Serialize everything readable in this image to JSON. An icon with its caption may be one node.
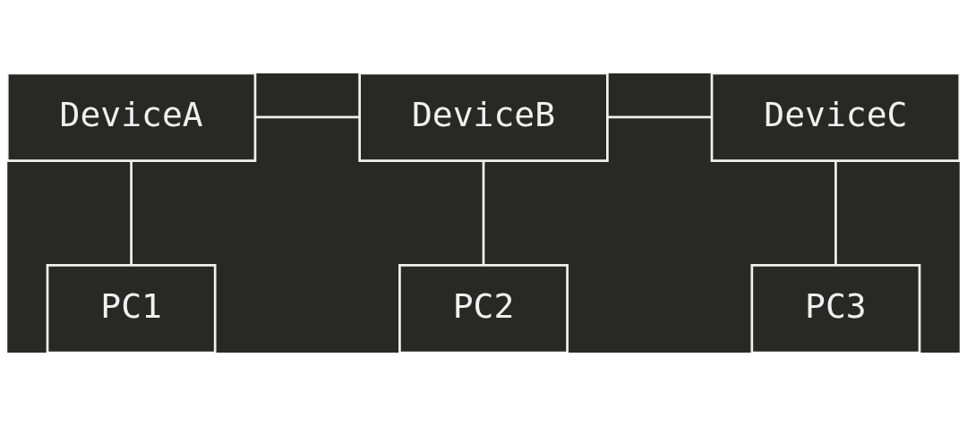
{
  "diagram": {
    "nodes": [
      {
        "text": [
          "DeviceA"
        ]
      },
      {
        "text": [
          "DeviceB"
        ]
      },
      {
        "text": [
          "DeviceC"
        ]
      },
      {
        "text": [
          "PC1"
        ]
      },
      {
        "text": [
          "PC2"
        ]
      },
      {
        "text": [
          "PC3"
        ]
      }
    ],
    "edges": [
      {
        "from": 0,
        "to": 1,
        "arrow": "none"
      },
      {
        "from": 1,
        "to": 2,
        "arrow": "none"
      },
      {
        "from": 0,
        "to": 3,
        "arrow": "none"
      },
      {
        "from": 1,
        "to": 4,
        "arrow": "none"
      },
      {
        "from": 2,
        "to": 5,
        "arrow": "none"
      }
    ]
  }
}
